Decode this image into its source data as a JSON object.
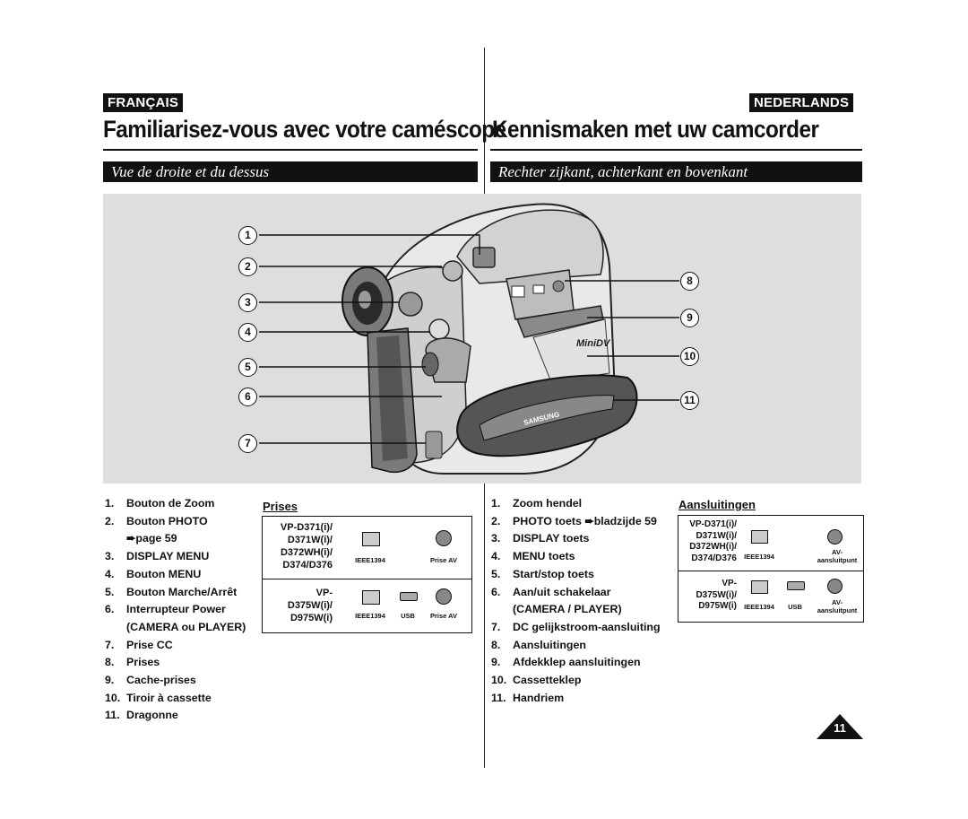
{
  "header": {
    "fr_badge": "FRANÇAIS",
    "nl_badge": "NEDERLANDS",
    "fr_title": "Familiarisez-vous avec votre caméscope",
    "nl_title": "Kennismaken met uw camcorder",
    "fr_section": "Vue de droite et du dessus",
    "nl_section": "Rechter zijkant, achterkant en bovenkant"
  },
  "figure": {
    "callouts_left": [
      "1",
      "2",
      "3",
      "4",
      "5",
      "6",
      "7"
    ],
    "callouts_right": [
      "8",
      "9",
      "10",
      "11"
    ],
    "brand_text": "SAMSUNG",
    "logo_text": "MiniDV"
  },
  "fr_list": [
    {
      "n": "1.",
      "t": "Bouton de Zoom"
    },
    {
      "n": "2.",
      "t": "Bouton PHOTO"
    },
    {
      "n": "",
      "t": "➨page 59"
    },
    {
      "n": "3.",
      "t": "DISPLAY MENU"
    },
    {
      "n": "4.",
      "t": "Bouton MENU"
    },
    {
      "n": "5.",
      "t": "Bouton Marche/Arrêt"
    },
    {
      "n": "6.",
      "t": "Interrupteur Power"
    },
    {
      "n": "",
      "t": "(CAMERA ou PLAYER)"
    },
    {
      "n": "7.",
      "t": "Prise CC"
    },
    {
      "n": "8.",
      "t": "Prises"
    },
    {
      "n": "9.",
      "t": "Cache-prises"
    },
    {
      "n": "10.",
      "t": "Tiroir à cassette"
    },
    {
      "n": "11.",
      "t": "Dragonne"
    }
  ],
  "nl_list": [
    {
      "n": "1.",
      "t": "Zoom hendel"
    },
    {
      "n": "2.",
      "t": "PHOTO toets ➨bladzijde 59"
    },
    {
      "n": "3.",
      "t": "DISPLAY toets"
    },
    {
      "n": "4.",
      "t": "MENU toets"
    },
    {
      "n": "5.",
      "t": "Start/stop toets"
    },
    {
      "n": "6.",
      "t": "Aan/uit schakelaar"
    },
    {
      "n": "",
      "t": "(CAMERA / PLAYER)"
    },
    {
      "n": "7.",
      "t": "DC gelijkstroom-aansluiting"
    },
    {
      "n": "8.",
      "t": "Aansluitingen"
    },
    {
      "n": "9.",
      "t": "Afdekklep aansluitingen"
    },
    {
      "n": "10.",
      "t": "Cassetteklep"
    },
    {
      "n": "11.",
      "t": "Handriem"
    }
  ],
  "fr_table": {
    "title": "Prises",
    "row1_models": [
      "VP-D371(i)/",
      "D371W(i)/",
      "D372WH(i)/",
      "D374/D376"
    ],
    "row2_models": [
      "VP-",
      "D375W(i)/",
      "D975W(i)"
    ],
    "ieee": "IEEE1394",
    "usb": "USB",
    "av": "Prise AV"
  },
  "nl_table": {
    "title": "Aansluitingen",
    "row1_models": [
      "VP-D371(i)/",
      "D371W(i)/",
      "D372WH(i)/",
      "D374/D376"
    ],
    "row2_models": [
      "VP-",
      "D375W(i)/",
      "D975W(i)"
    ],
    "ieee": "IEEE1394",
    "usb": "USB",
    "av_line1": "AV-",
    "av_line2": "aansluitpunt"
  },
  "footer": {
    "page_number": "11"
  }
}
